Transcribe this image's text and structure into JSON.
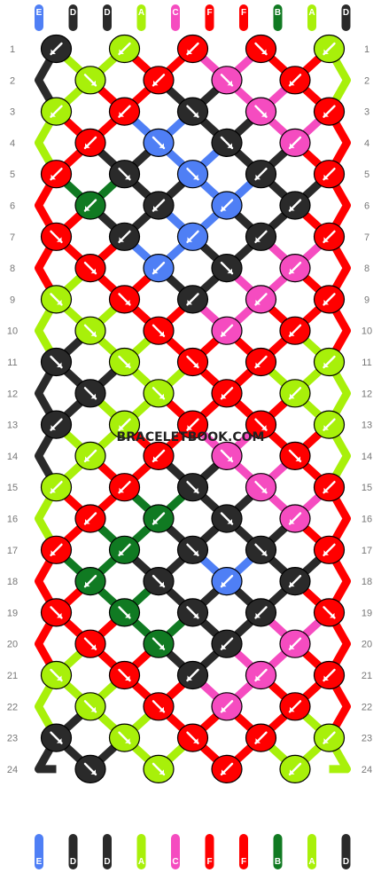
{
  "colors": {
    "E": "#4f7ff5",
    "D": "#2a2a2a",
    "A": "#a8f00a",
    "C": "#f54cc0",
    "F": "#ff0000",
    "B": "#107a22"
  },
  "top_labels": [
    "E",
    "D",
    "D",
    "A",
    "C",
    "F",
    "F",
    "B",
    "A",
    "D"
  ],
  "bottom_labels": [
    "E",
    "D",
    "D",
    "A",
    "C",
    "F",
    "F",
    "B",
    "A",
    "D"
  ],
  "row_numbers": [
    "1",
    "2",
    "3",
    "4",
    "5",
    "6",
    "7",
    "8",
    "9",
    "10",
    "11",
    "12",
    "13",
    "14",
    "15",
    "16",
    "17",
    "18",
    "19",
    "20",
    "21",
    "22",
    "23",
    "24"
  ],
  "watermark": "BRACELETBOOK.COM",
  "knots": [
    [
      [
        "D",
        "bl"
      ],
      [
        "A",
        "bl"
      ],
      [
        "F",
        "bl"
      ],
      [
        "F",
        "br"
      ],
      [
        "A",
        "bl"
      ]
    ],
    [
      [
        "A",
        "br"
      ],
      [
        "F",
        "bl"
      ],
      [
        "C",
        "br"
      ],
      [
        "F",
        "bl"
      ]
    ],
    [
      [
        "A",
        "bl"
      ],
      [
        "F",
        "bl"
      ],
      [
        "D",
        "br"
      ],
      [
        "C",
        "br"
      ],
      [
        "F",
        "bl"
      ]
    ],
    [
      [
        "F",
        "bl"
      ],
      [
        "E",
        "br"
      ],
      [
        "D",
        "br"
      ],
      [
        "C",
        "bl"
      ]
    ],
    [
      [
        "F",
        "bl"
      ],
      [
        "D",
        "br"
      ],
      [
        "E",
        "br"
      ],
      [
        "D",
        "bl"
      ],
      [
        "F",
        "bl"
      ]
    ],
    [
      [
        "B",
        "bl"
      ],
      [
        "D",
        "bl"
      ],
      [
        "E",
        "bl"
      ],
      [
        "D",
        "bl"
      ]
    ],
    [
      [
        "F",
        "br"
      ],
      [
        "D",
        "bl"
      ],
      [
        "E",
        "bl"
      ],
      [
        "D",
        "bl"
      ],
      [
        "F",
        "bl"
      ]
    ],
    [
      [
        "F",
        "br"
      ],
      [
        "E",
        "bl"
      ],
      [
        "D",
        "br"
      ],
      [
        "C",
        "bl"
      ]
    ],
    [
      [
        "A",
        "br"
      ],
      [
        "F",
        "br"
      ],
      [
        "D",
        "bl"
      ],
      [
        "C",
        "bl"
      ],
      [
        "F",
        "bl"
      ]
    ],
    [
      [
        "A",
        "br"
      ],
      [
        "F",
        "br"
      ],
      [
        "C",
        "bl"
      ],
      [
        "F",
        "bl"
      ]
    ],
    [
      [
        "D",
        "br"
      ],
      [
        "A",
        "br"
      ],
      [
        "F",
        "br"
      ],
      [
        "F",
        "bl"
      ],
      [
        "A",
        "bl"
      ]
    ],
    [
      [
        "D",
        "br"
      ],
      [
        "A",
        "br"
      ],
      [
        "F",
        "bl"
      ],
      [
        "A",
        "bl"
      ]
    ],
    [
      [
        "D",
        "bl"
      ],
      [
        "A",
        "bl"
      ],
      [
        "F",
        "bl"
      ],
      [
        "F",
        "br"
      ],
      [
        "A",
        "bl"
      ]
    ],
    [
      [
        "A",
        "bl"
      ],
      [
        "F",
        "bl"
      ],
      [
        "C",
        "br"
      ],
      [
        "F",
        "br"
      ]
    ],
    [
      [
        "A",
        "bl"
      ],
      [
        "F",
        "bl"
      ],
      [
        "D",
        "br"
      ],
      [
        "C",
        "br"
      ],
      [
        "F",
        "bl"
      ]
    ],
    [
      [
        "F",
        "bl"
      ],
      [
        "B",
        "bl"
      ],
      [
        "D",
        "br"
      ],
      [
        "C",
        "bl"
      ]
    ],
    [
      [
        "F",
        "bl"
      ],
      [
        "B",
        "bl"
      ],
      [
        "D",
        "br"
      ],
      [
        "D",
        "br"
      ],
      [
        "F",
        "bl"
      ]
    ],
    [
      [
        "B",
        "bl"
      ],
      [
        "D",
        "br"
      ],
      [
        "E",
        "bl"
      ],
      [
        "D",
        "bl"
      ]
    ],
    [
      [
        "F",
        "br"
      ],
      [
        "B",
        "br"
      ],
      [
        "D",
        "br"
      ],
      [
        "D",
        "bl"
      ],
      [
        "F",
        "br"
      ]
    ],
    [
      [
        "F",
        "br"
      ],
      [
        "B",
        "br"
      ],
      [
        "D",
        "bl"
      ],
      [
        "C",
        "bl"
      ]
    ],
    [
      [
        "A",
        "br"
      ],
      [
        "F",
        "br"
      ],
      [
        "D",
        "bl"
      ],
      [
        "C",
        "bl"
      ],
      [
        "F",
        "bl"
      ]
    ],
    [
      [
        "A",
        "br"
      ],
      [
        "F",
        "br"
      ],
      [
        "C",
        "bl"
      ],
      [
        "F",
        "bl"
      ]
    ],
    [
      [
        "D",
        "br"
      ],
      [
        "A",
        "br"
      ],
      [
        "F",
        "br"
      ],
      [
        "F",
        "bl"
      ],
      [
        "A",
        "bl"
      ]
    ],
    [
      [
        "D",
        "br"
      ],
      [
        "A",
        "br"
      ],
      [
        "F",
        "bl"
      ],
      [
        "A",
        "bl"
      ]
    ]
  ]
}
